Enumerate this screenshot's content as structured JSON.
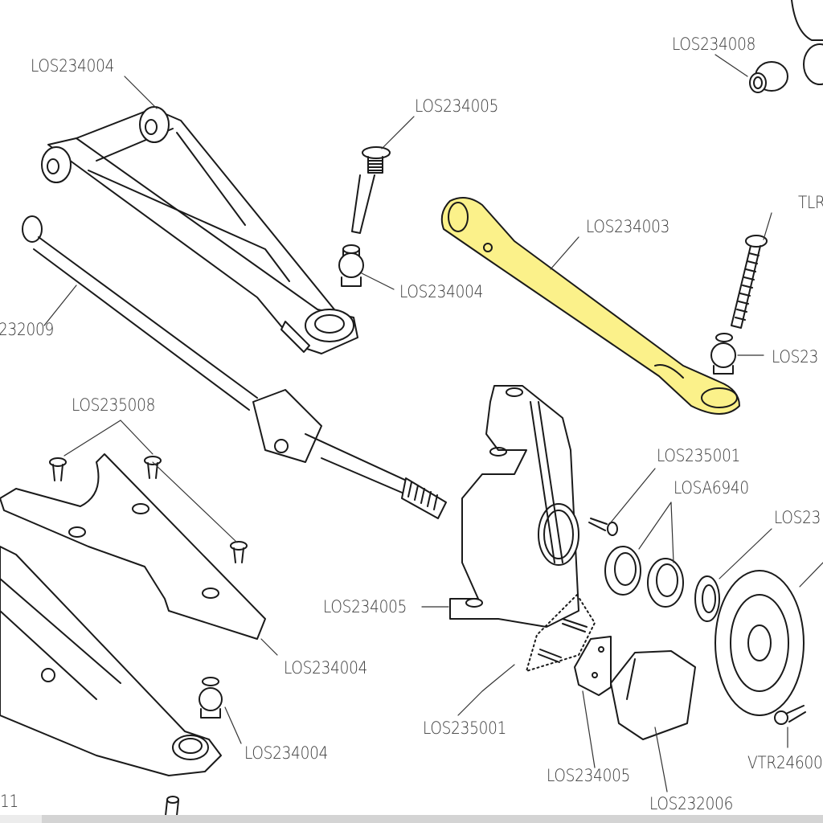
{
  "diagram": {
    "highlight_color": "#fbf18a",
    "line_color": "#1a1a1a",
    "labels": {
      "upper_arm": "LOS234004",
      "hinge_pin_upper": "LOS234005",
      "bushing_top": "LOS234008",
      "ball_upper": "LOS234004",
      "driveshaft": "232009",
      "highlighted_link": "LOS234003",
      "screw_right": "TLR",
      "ball_right": "LOS23",
      "plate_screws": "LOS235008",
      "knuckle_screw": "LOS235001",
      "bearings": "LOSA6940",
      "seal_right": "LOS23",
      "knuckle": "LOS234005",
      "plate": "LOS234004",
      "dotted_screws": "LOS235001",
      "ball_lower": "LOS234004",
      "caliper_mount": "LOS234005",
      "brake_caliper": "LOS232006",
      "rotor_screw": "VTR24600",
      "page_number_fragment": "11"
    }
  }
}
